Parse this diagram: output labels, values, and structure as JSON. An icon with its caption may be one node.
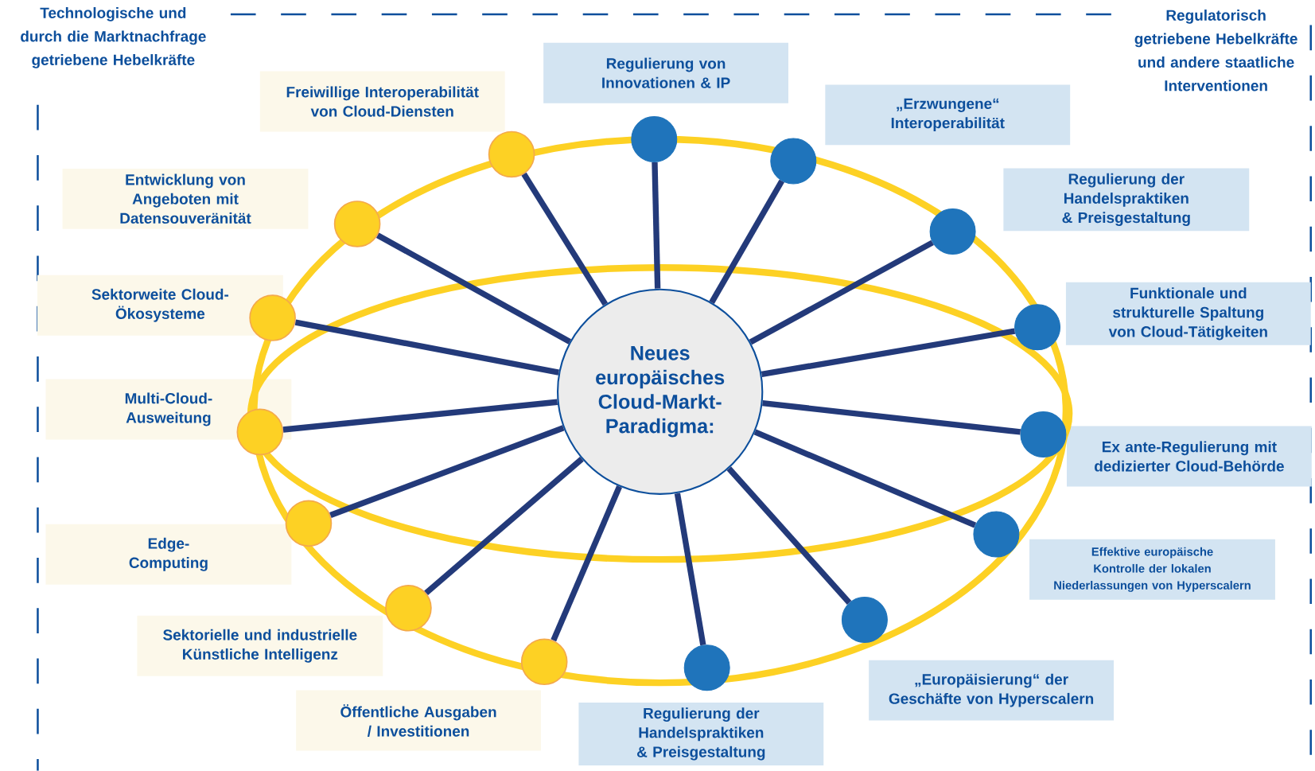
{
  "diagram": {
    "nodes": [
      {
        "text": [
          "Neues europäisches Cloud-Markt-Paradigma:"
        ]
      },
      {
        "text": [
          "Freiwillige Interoperabilität von Cloud-Diensten"
        ]
      },
      {
        "text": [
          "Entwicklung von Angeboten mit Datensouveränität"
        ]
      },
      {
        "text": [
          "Sektorweite Cloud-Ökosysteme"
        ]
      },
      {
        "text": [
          "Multi-Cloud-Ausweitung"
        ]
      },
      {
        "text": [
          "Edge-Computing"
        ]
      },
      {
        "text": [
          "Sektorielle und industrielle Künstliche Intelligenz"
        ]
      },
      {
        "text": [
          "Öffentliche Ausgaben / Investitionen"
        ]
      },
      {
        "text": [
          "Regulierung von Innovationen & IP"
        ]
      },
      {
        "text": [
          "„Erzwungene“ Interoperabilität"
        ]
      },
      {
        "text": [
          "Regulierung der Handelspraktiken & Preisgestaltung"
        ]
      },
      {
        "text": [
          "Funktionale und strukturelle Spaltung von Cloud-Tätigkeiten"
        ]
      },
      {
        "text": [
          "Ex ante-Regulierung mit dedizierter Cloud-Behörde"
        ]
      },
      {
        "text": [
          "Effektive europäische Kontrolle der lokalen Niederlassungen von Hyperscalern"
        ]
      },
      {
        "text": [
          "„Europäisierung“ der Geschäfte von Hyperscalern"
        ]
      },
      {
        "text": [
          "Regulierung der Handelspraktiken & Preisgestaltung"
        ]
      },
      {
        "text": [],
        "shape": "circle"
      },
      {
        "text": [],
        "shape": "circle"
      },
      {
        "text": [],
        "shape": "circle"
      },
      {
        "text": [],
        "shape": "circle"
      },
      {
        "text": [],
        "shape": "circle"
      },
      {
        "text": [],
        "shape": "circle"
      },
      {
        "text": [],
        "shape": "circle"
      },
      {
        "text": [],
        "shape": "circle"
      },
      {
        "text": [],
        "shape": "circle"
      },
      {
        "text": [],
        "shape": "circle"
      },
      {
        "text": [],
        "shape": "circle"
      },
      {
        "text": [],
        "shape": "circle"
      },
      {
        "text": [],
        "shape": "circle"
      },
      {
        "text": [],
        "shape": "circle"
      },
      {
        "text": [],
        "shape": "circle"
      }
    ],
    "edges": [
      {
        "from": 0,
        "to": 16,
        "arrow": "none"
      },
      {
        "from": 0,
        "to": 17,
        "arrow": "none"
      },
      {
        "from": 0,
        "to": 18,
        "arrow": "none"
      },
      {
        "from": 0,
        "to": 19,
        "arrow": "none"
      },
      {
        "from": 0,
        "to": 20,
        "arrow": "none"
      },
      {
        "from": 0,
        "to": 21,
        "arrow": "none"
      },
      {
        "from": 0,
        "to": 22,
        "arrow": "none"
      },
      {
        "from": 0,
        "to": 23,
        "arrow": "none"
      },
      {
        "from": 0,
        "to": 24,
        "arrow": "none"
      },
      {
        "from": 0,
        "to": 25,
        "arrow": "none"
      },
      {
        "from": 0,
        "to": 26,
        "arrow": "none"
      },
      {
        "from": 0,
        "to": 27,
        "arrow": "none"
      },
      {
        "from": 0,
        "to": 28,
        "arrow": "none"
      },
      {
        "from": 0,
        "to": 29,
        "arrow": "none"
      },
      {
        "from": 0,
        "to": 30,
        "arrow": "none"
      }
    ],
    "labels": [
      "Technologische und durch die Marktnachfrage getriebene Hebelkräfte",
      "Regulatorisch getriebene Hebelkräfte und andere staatliche Interventionen"
    ]
  }
}
